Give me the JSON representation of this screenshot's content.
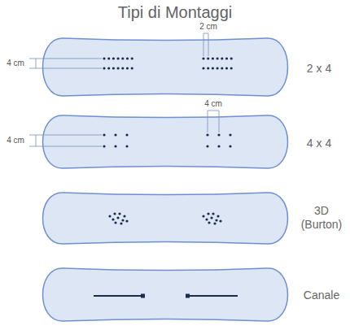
{
  "diagram": {
    "title": "Tipi di Montaggi",
    "labels": [
      "2 cm",
      "4 cm",
      "2 x 4",
      "4 cm",
      "4 cm",
      "4 x 4",
      "3D (Burton)",
      "Canale"
    ]
  }
}
